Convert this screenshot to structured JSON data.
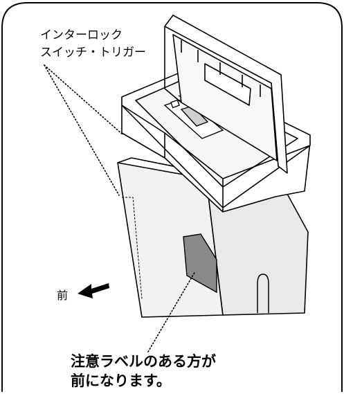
{
  "labels": {
    "interlock_line1": "インターロック",
    "interlock_line2": "スイッチ・トリガー",
    "front": "前",
    "caution_line1": "注意ラベルのある方が",
    "caution_line2": "前になります。"
  },
  "colors": {
    "stroke": "#000000",
    "body_fill": "#f4f4f4",
    "head_fill": "#ffffff",
    "label_fill": "#8a8a8a",
    "frame_stroke": "#000000"
  }
}
